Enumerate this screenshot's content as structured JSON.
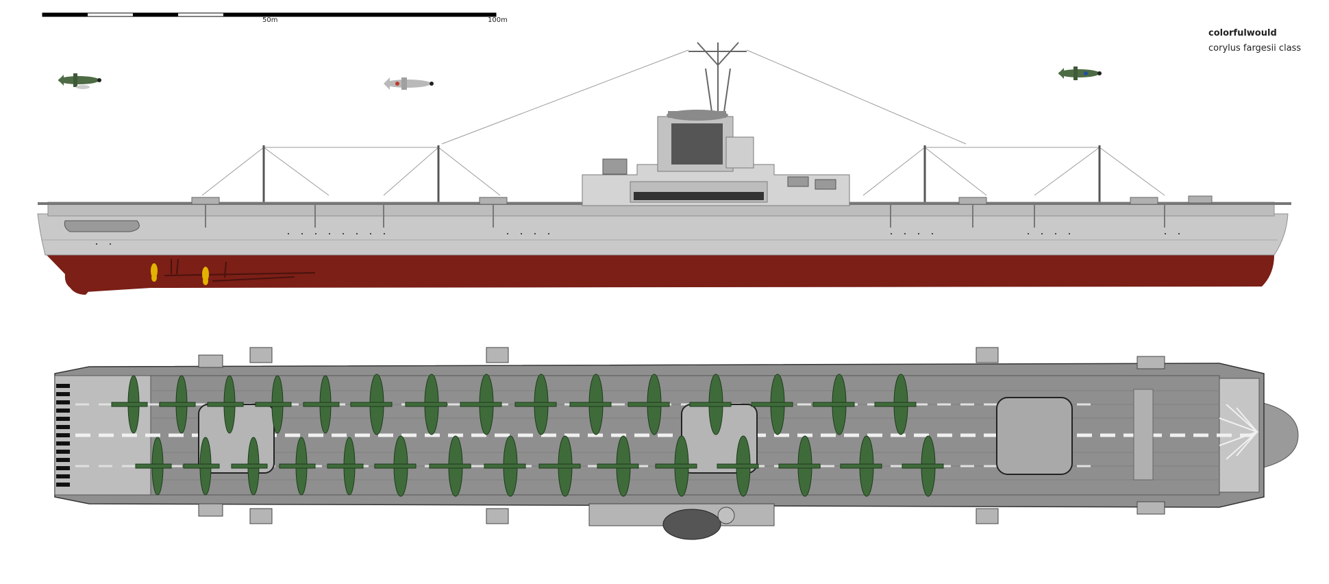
{
  "scale_bar": {
    "mid_label": "50m",
    "end_label": "100m"
  },
  "credits": {
    "author": "colorfulwould",
    "ship_class": "corylus fargesii class"
  },
  "colors": {
    "hull_grey": "#c9c9c9",
    "hull_dark": "#8e8e8e",
    "antifouling_red": "#7b1f17",
    "deck_grey": "#8f8f8f",
    "aircraft_green": "#3f6b3b",
    "propeller_gold": "#e2b300"
  },
  "icons": {
    "aircraft": "propeller-fighter-icon",
    "propeller": "ship-propeller-icon",
    "scale": "scale-bar-icon"
  },
  "deck_aircraft": {
    "upper_row_count": 15,
    "lower_row_count": 15
  }
}
